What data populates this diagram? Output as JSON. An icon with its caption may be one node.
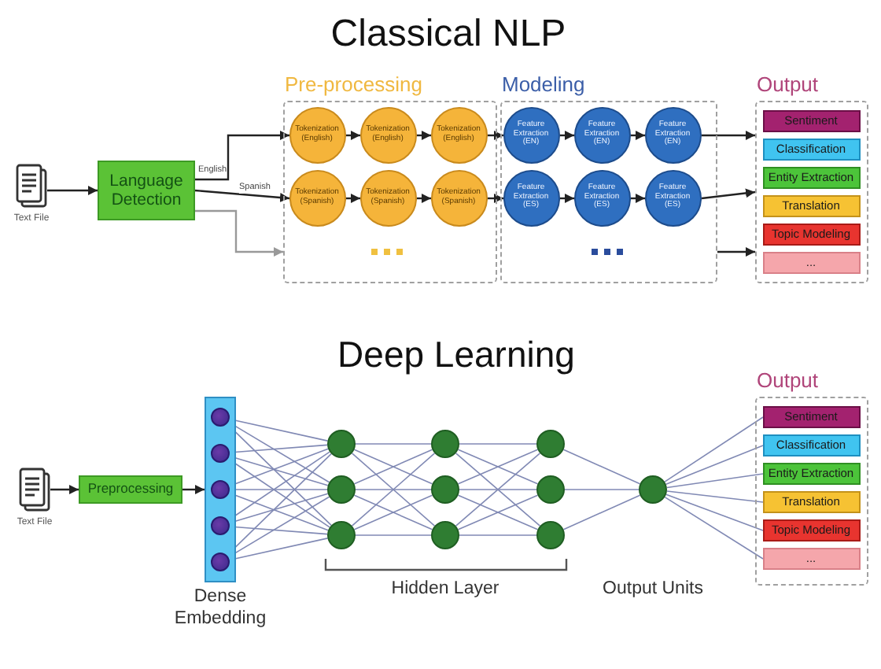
{
  "diagram": {
    "nodes": [
      {
        "text": [],
        "shape": "document",
        "beside": [
          "Text File"
        ]
      },
      {
        "text": [
          "Language Detection"
        ]
      },
      {
        "text": [
          "Pre-processing"
        ]
      },
      {
        "text": [
          "Tokenization (English)"
        ],
        "in": 2
      },
      {
        "text": [
          "Tokenization (English)"
        ],
        "in": 2
      },
      {
        "text": [
          "Tokenization (English)"
        ],
        "in": 2
      },
      {
        "text": [
          "Tokenization (Spanish)"
        ],
        "in": 2
      },
      {
        "text": [
          "Tokenization (Spanish)"
        ],
        "in": 2
      },
      {
        "text": [
          "Tokenization (Spanish)"
        ],
        "in": 2
      },
      {
        "text": [
          "Modeling"
        ]
      },
      {
        "text": [
          "Feature Extraction (EN)"
        ],
        "in": 9
      },
      {
        "text": [
          "Feature Extraction (EN)"
        ],
        "in": 9
      },
      {
        "text": [
          "Feature Extraction (EN)"
        ],
        "in": 9
      },
      {
        "text": [
          "Feature Extraction (ES)"
        ],
        "in": 9
      },
      {
        "text": [
          "Feature Extraction (ES)"
        ],
        "in": 9
      },
      {
        "text": [
          "Feature Extraction (ES)"
        ],
        "in": 9
      },
      {
        "text": [
          "Output"
        ]
      },
      {
        "text": [
          "Sentiment"
        ],
        "in": 16
      },
      {
        "text": [
          "Classification"
        ],
        "in": 16
      },
      {
        "text": [
          "Entity Extraction"
        ],
        "in": 16
      },
      {
        "text": [
          "Translation"
        ],
        "in": 16
      },
      {
        "text": [
          "Topic Modeling"
        ],
        "in": 16
      },
      {
        "text": [
          "..."
        ],
        "in": 16
      },
      {
        "text": [],
        "shape": "document",
        "beside": [
          "Text File"
        ]
      },
      {
        "text": [
          "Preprocessing"
        ]
      },
      {
        "text": [],
        "shape": "bar",
        "beside": [
          "Dense Embedding"
        ]
      },
      {
        "text": [],
        "shape": "circle",
        "in": 25
      },
      {
        "text": [],
        "shape": "circle",
        "in": 25
      },
      {
        "text": [],
        "shape": "circle",
        "in": 25
      },
      {
        "text": [],
        "shape": "circle",
        "in": 25
      },
      {
        "text": [],
        "shape": "circle",
        "in": 25
      },
      {
        "text": [],
        "shape": "circle"
      },
      {
        "text": [],
        "shape": "circle"
      },
      {
        "text": [],
        "shape": "circle"
      },
      {
        "text": [],
        "shape": "circle"
      },
      {
        "text": [],
        "shape": "circle"
      },
      {
        "text": [],
        "shape": "circle"
      },
      {
        "text": [],
        "shape": "circle"
      },
      {
        "text": [],
        "shape": "circle"
      },
      {
        "text": [],
        "shape": "circle"
      },
      {
        "text": [],
        "shape": "circle"
      },
      {
        "text": [
          "Output"
        ]
      },
      {
        "text": [
          "Sentiment"
        ],
        "in": 41
      },
      {
        "text": [
          "Classification"
        ],
        "in": 41
      },
      {
        "text": [
          "Entity Extraction"
        ],
        "in": 41
      },
      {
        "text": [
          "Translation"
        ],
        "in": 41
      },
      {
        "text": [
          "Topic Modeling"
        ],
        "in": 41
      },
      {
        "text": [
          "..."
        ],
        "in": 41
      }
    ],
    "edges": [
      {
        "from": 0,
        "to": 1,
        "arrow": "to",
        "color": "#222222"
      },
      {
        "from": 1,
        "to": 3,
        "arrow": "to",
        "label": "English",
        "color": "#222222"
      },
      {
        "from": 1,
        "to": 6,
        "arrow": "to",
        "label": "Spanish",
        "color": "#222222"
      },
      {
        "from": 1,
        "to": 2,
        "arrow": "to",
        "color": "#999999"
      },
      {
        "from": 3,
        "to": 4,
        "arrow": "to",
        "color": "#222222"
      },
      {
        "from": 4,
        "to": 5,
        "arrow": "to",
        "color": "#222222"
      },
      {
        "from": 6,
        "to": 7,
        "arrow": "to",
        "color": "#222222"
      },
      {
        "from": 7,
        "to": 8,
        "arrow": "to",
        "color": "#222222"
      },
      {
        "from": 5,
        "to": 10,
        "arrow": "to",
        "color": "#222222"
      },
      {
        "from": 8,
        "to": 13,
        "arrow": "to",
        "color": "#222222"
      },
      {
        "from": 10,
        "to": 11,
        "arrow": "to",
        "color": "#222222"
      },
      {
        "from": 11,
        "to": 12,
        "arrow": "to",
        "color": "#222222"
      },
      {
        "from": 13,
        "to": 14,
        "arrow": "to",
        "color": "#222222"
      },
      {
        "from": 14,
        "to": 15,
        "arrow": "to",
        "color": "#222222"
      },
      {
        "from": 12,
        "to": 16,
        "arrow": "to",
        "color": "#222222"
      },
      {
        "from": 15,
        "to": 16,
        "arrow": "to",
        "color": "#222222"
      },
      {
        "from": 9,
        "to": 16,
        "arrow": "to",
        "color": "#222222"
      },
      {
        "from": 23,
        "to": 24,
        "arrow": "to",
        "color": "#222222"
      },
      {
        "from": 24,
        "to": 25,
        "arrow": "to",
        "color": "#222222"
      },
      {
        "from": 26,
        "to": 31,
        "arrow": "none"
      },
      {
        "from": 26,
        "to": 32,
        "arrow": "none"
      },
      {
        "from": 26,
        "to": 33,
        "arrow": "none"
      },
      {
        "from": 27,
        "to": 31,
        "arrow": "none"
      },
      {
        "from": 27,
        "to": 32,
        "arrow": "none"
      },
      {
        "from": 27,
        "to": 33,
        "arrow": "none"
      },
      {
        "from": 28,
        "to": 31,
        "arrow": "none"
      },
      {
        "from": 28,
        "to": 32,
        "arrow": "none"
      },
      {
        "from": 28,
        "to": 33,
        "arrow": "none"
      },
      {
        "from": 29,
        "to": 31,
        "arrow": "none"
      },
      {
        "from": 29,
        "to": 32,
        "arrow": "none"
      },
      {
        "from": 29,
        "to": 33,
        "arrow": "none"
      },
      {
        "from": 30,
        "to": 31,
        "arrow": "none"
      },
      {
        "from": 30,
        "to": 32,
        "arrow": "none"
      },
      {
        "from": 30,
        "to": 33,
        "arrow": "none"
      },
      {
        "from": 31,
        "to": 34,
        "arrow": "none"
      },
      {
        "from": 31,
        "to": 35,
        "arrow": "none"
      },
      {
        "from": 31,
        "to": 36,
        "arrow": "none"
      },
      {
        "from": 32,
        "to": 34,
        "arrow": "none"
      },
      {
        "from": 32,
        "to": 35,
        "arrow": "none"
      },
      {
        "from": 32,
        "to": 36,
        "arrow": "none"
      },
      {
        "from": 33,
        "to": 34,
        "arrow": "none"
      },
      {
        "from": 33,
        "to": 35,
        "arrow": "none"
      },
      {
        "from": 33,
        "to": 36,
        "arrow": "none"
      },
      {
        "from": 34,
        "to": 37,
        "arrow": "none"
      },
      {
        "from": 34,
        "to": 38,
        "arrow": "none"
      },
      {
        "from": 34,
        "to": 39,
        "arrow": "none"
      },
      {
        "from": 35,
        "to": 37,
        "arrow": "none"
      },
      {
        "from": 35,
        "to": 38,
        "arrow": "none"
      },
      {
        "from": 35,
        "to": 39,
        "arrow": "none"
      },
      {
        "from": 36,
        "to": 37,
        "arrow": "none"
      },
      {
        "from": 36,
        "to": 38,
        "arrow": "none"
      },
      {
        "from": 36,
        "to": 39,
        "arrow": "none"
      },
      {
        "from": 37,
        "to": 40,
        "arrow": "none"
      },
      {
        "from": 38,
        "to": 40,
        "arrow": "none"
      },
      {
        "from": 39,
        "to": 40,
        "arrow": "none"
      },
      {
        "from": 40,
        "to": 42,
        "arrow": "none"
      },
      {
        "from": 40,
        "to": 43,
        "arrow": "none"
      },
      {
        "from": 40,
        "to": 44,
        "arrow": "none"
      },
      {
        "from": 40,
        "to": 45,
        "arrow": "none"
      },
      {
        "from": 40,
        "to": 46,
        "arrow": "none"
      },
      {
        "from": 40,
        "to": 47,
        "arrow": "none"
      }
    ],
    "labels": [
      "Classical NLP",
      "Deep Learning",
      "Hidden Layer",
      "Output Units"
    ]
  }
}
